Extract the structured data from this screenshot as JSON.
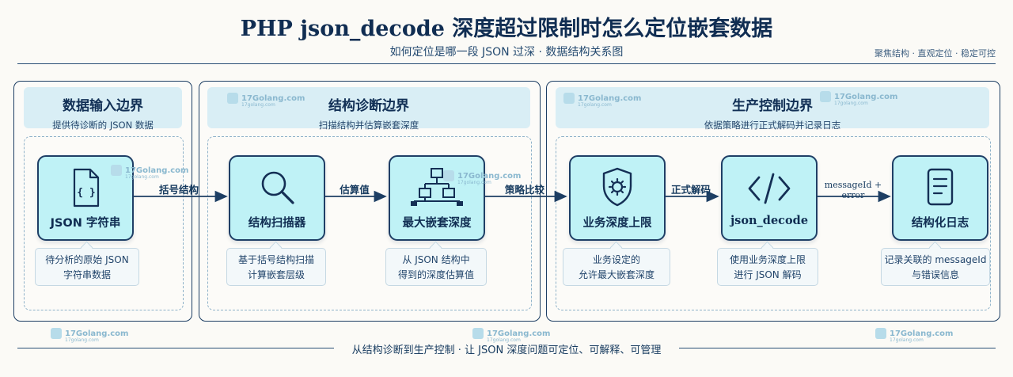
{
  "header": {
    "title": "PHP json_decode 深度超过限制时怎么定位嵌套数据",
    "subtitle": "如何定位是哪一段 JSON 过深 · 数据结构关系图",
    "tagline": "聚焦结构 · 直观定位 · 稳定可控"
  },
  "watermark": {
    "text": "17Golang.com",
    "sub": "17golang.com"
  },
  "panels": {
    "input": {
      "title": "数据输入边界",
      "subtitle": "提供待诊断的 JSON 数据"
    },
    "diagnose": {
      "title": "结构诊断边界",
      "subtitle": "扫描结构并估算嵌套深度"
    },
    "control": {
      "title": "生产控制边界",
      "subtitle": "依据策略进行正式解码并记录日志"
    }
  },
  "nodes": [
    {
      "id": "json-string",
      "label": "JSON 字符串",
      "icon": "file-braces-icon",
      "note": [
        "待分析的原始 JSON",
        "字符串数据"
      ]
    },
    {
      "id": "scanner",
      "label": "结构扫描器",
      "icon": "magnifier-icon",
      "note": [
        "基于括号结构扫描",
        "计算嵌套层级"
      ]
    },
    {
      "id": "max-depth",
      "label": "最大嵌套深度",
      "icon": "hierarchy-icon",
      "note": [
        "从 JSON 结构中",
        "得到的深度估算值"
      ]
    },
    {
      "id": "business-limit",
      "label": "业务深度上限",
      "icon": "shield-gear-icon",
      "note": [
        "业务设定的",
        "允许最大嵌套深度"
      ]
    },
    {
      "id": "json-decode",
      "label": "json_decode",
      "icon": "code-icon",
      "note": [
        "使用业务深度上限",
        "进行 JSON 解码"
      ]
    },
    {
      "id": "structured-log",
      "label": "结构化日志",
      "icon": "document-lines-icon",
      "note": [
        "记录关联的 messageId",
        "与错误信息"
      ]
    }
  ],
  "edges": [
    {
      "label": "括号结构"
    },
    {
      "label": "估算值"
    },
    {
      "label": "策略比较"
    },
    {
      "label": "正式解码"
    },
    {
      "label": "messageId + error"
    }
  ],
  "footer": {
    "text": "从结构诊断到生产控制 · 让 JSON 深度问题可定位、可解释、可管理"
  },
  "colors": {
    "node_fill": "#bff2f6",
    "border": "#1f3f66",
    "banner": "#d9eef5",
    "accent": "#102d52"
  }
}
